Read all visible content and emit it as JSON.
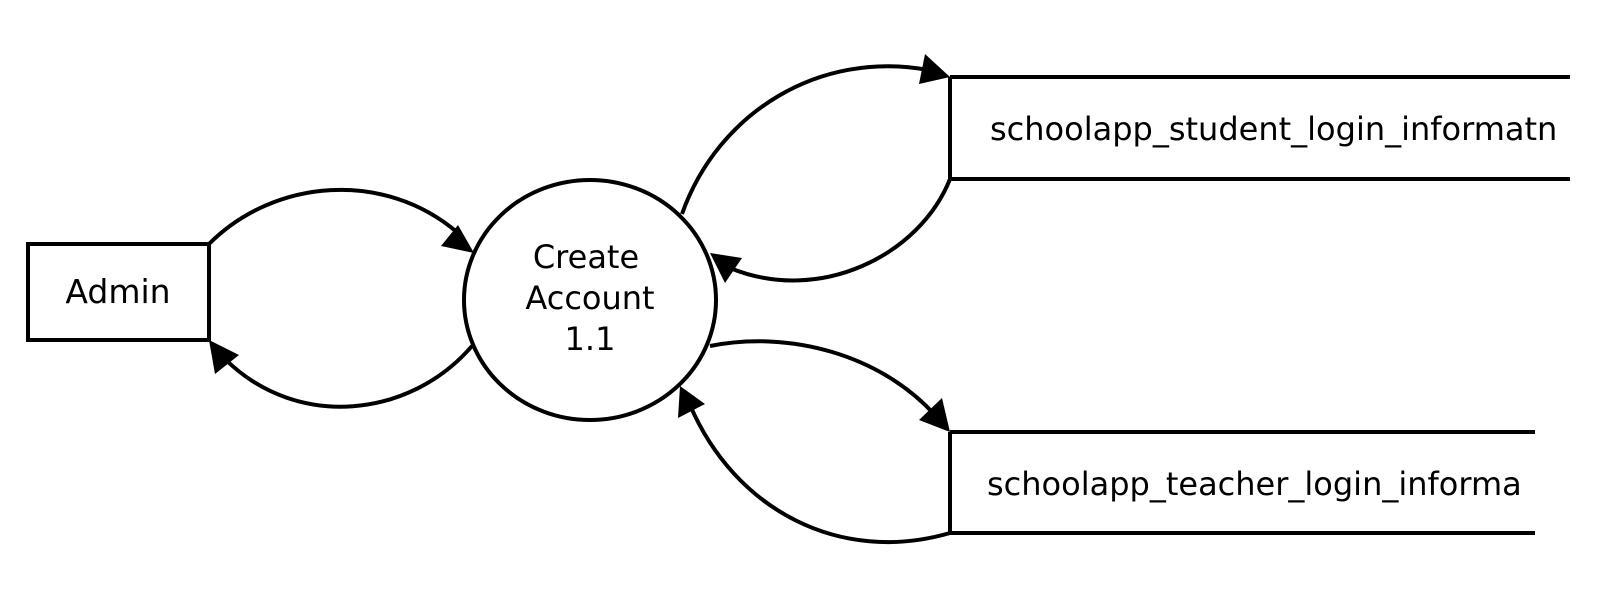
{
  "diagram": {
    "type": "data-flow-diagram",
    "colors": {
      "stroke": "#000000",
      "background": "#ffffff",
      "text": "#000000"
    },
    "external_entity": {
      "label": "Admin"
    },
    "process": {
      "label_line1": "Create",
      "label_line2": "Account",
      "label_line3": "1.1"
    },
    "data_stores": [
      {
        "label": "schoolapp_student_login_informatn"
      },
      {
        "label": "schoolapp_teacher_login_informa"
      }
    ],
    "flows": [
      {
        "from": "Admin",
        "to": "Create Account 1.1"
      },
      {
        "from": "Create Account 1.1",
        "to": "Admin"
      },
      {
        "from": "Create Account 1.1",
        "to": "schoolapp_student_login_informatn"
      },
      {
        "from": "schoolapp_student_login_informatn",
        "to": "Create Account 1.1"
      },
      {
        "from": "Create Account 1.1",
        "to": "schoolapp_teacher_login_informa"
      },
      {
        "from": "schoolapp_teacher_login_informa",
        "to": "Create Account 1.1"
      }
    ]
  }
}
